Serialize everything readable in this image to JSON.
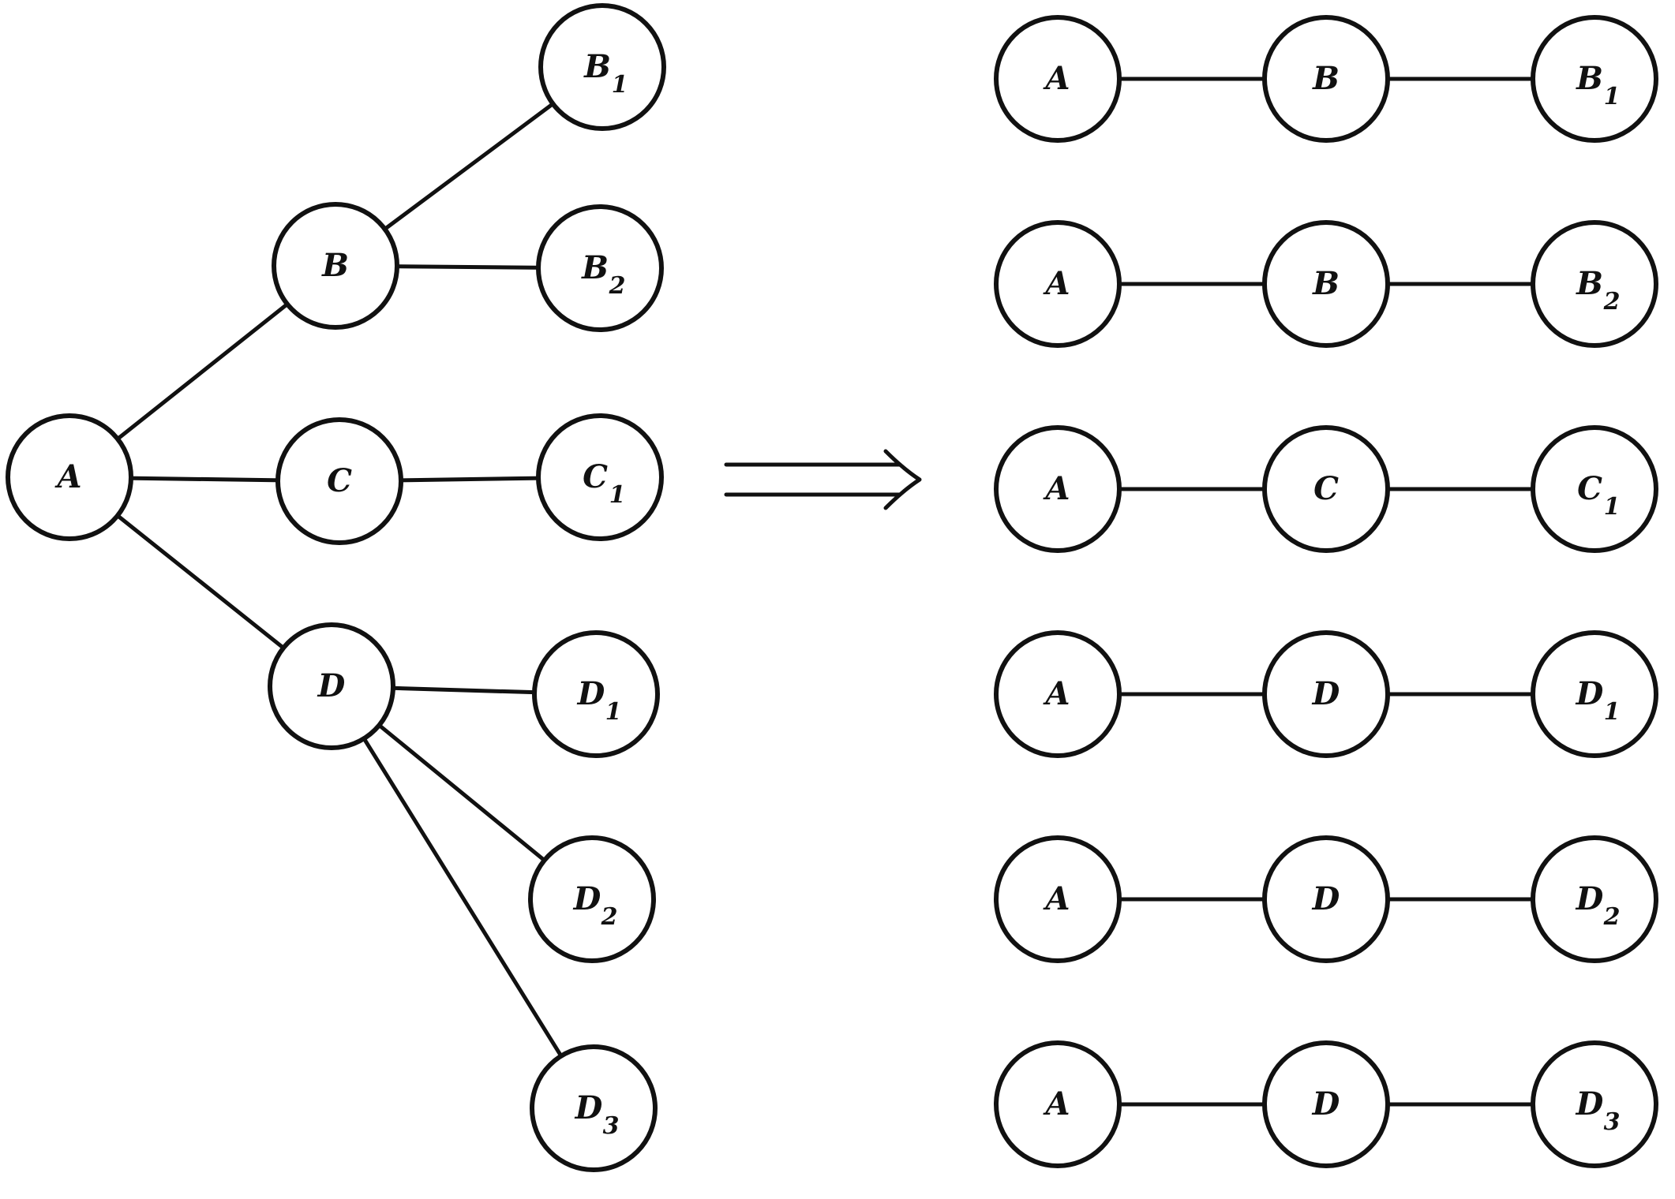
{
  "tree": {
    "nodes": [
      {
        "id": "A",
        "base": "A",
        "sub": ""
      },
      {
        "id": "B",
        "base": "B",
        "sub": ""
      },
      {
        "id": "C",
        "base": "C",
        "sub": ""
      },
      {
        "id": "D",
        "base": "D",
        "sub": ""
      },
      {
        "id": "B1",
        "base": "B",
        "sub": "1"
      },
      {
        "id": "B2",
        "base": "B",
        "sub": "2"
      },
      {
        "id": "C1",
        "base": "C",
        "sub": "1"
      },
      {
        "id": "D1",
        "base": "D",
        "sub": "1"
      },
      {
        "id": "D2",
        "base": "D",
        "sub": "2"
      },
      {
        "id": "D3",
        "base": "D",
        "sub": "3"
      }
    ],
    "edges": [
      [
        "A",
        "B"
      ],
      [
        "A",
        "C"
      ],
      [
        "A",
        "D"
      ],
      [
        "B",
        "B1"
      ],
      [
        "B",
        "B2"
      ],
      [
        "C",
        "C1"
      ],
      [
        "D",
        "D1"
      ],
      [
        "D",
        "D2"
      ],
      [
        "D",
        "D3"
      ]
    ]
  },
  "arrow": {
    "symbol": "double-right-arrow"
  },
  "paths": [
    [
      {
        "base": "A",
        "sub": ""
      },
      {
        "base": "B",
        "sub": ""
      },
      {
        "base": "B",
        "sub": "1"
      }
    ],
    [
      {
        "base": "A",
        "sub": ""
      },
      {
        "base": "B",
        "sub": ""
      },
      {
        "base": "B",
        "sub": "2"
      }
    ],
    [
      {
        "base": "A",
        "sub": ""
      },
      {
        "base": "C",
        "sub": ""
      },
      {
        "base": "C",
        "sub": "1"
      }
    ],
    [
      {
        "base": "A",
        "sub": ""
      },
      {
        "base": "D",
        "sub": ""
      },
      {
        "base": "D",
        "sub": "1"
      }
    ],
    [
      {
        "base": "A",
        "sub": ""
      },
      {
        "base": "D",
        "sub": ""
      },
      {
        "base": "D",
        "sub": "2"
      }
    ],
    [
      {
        "base": "A",
        "sub": ""
      },
      {
        "base": "D",
        "sub": ""
      },
      {
        "base": "D",
        "sub": "3"
      }
    ]
  ]
}
